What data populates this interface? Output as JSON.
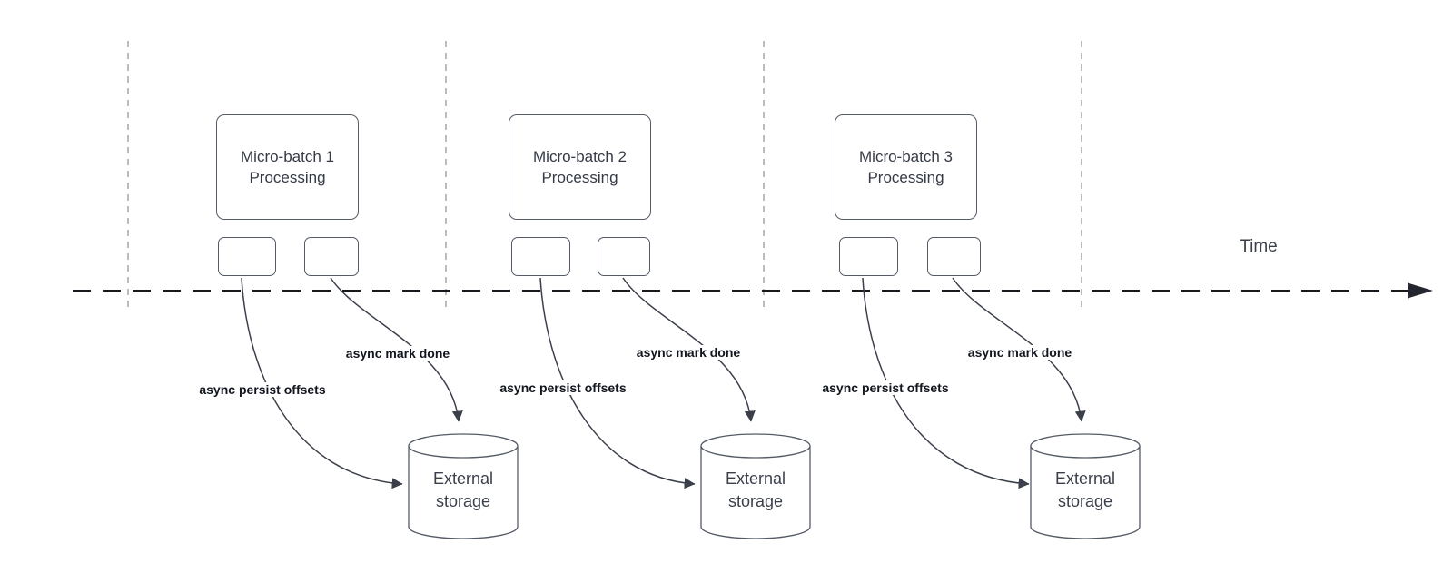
{
  "diagram": {
    "time_axis": {
      "label": "Time"
    },
    "columns": [
      {
        "process_label": "Micro-batch 1\nProcessing",
        "persist_label": "async persist offsets",
        "mark_done_label": "async mark done",
        "storage_label": "External\nstorage"
      },
      {
        "process_label": "Micro-batch 2\nProcessing",
        "persist_label": "async persist offsets",
        "mark_done_label": "async mark done",
        "storage_label": "External\nstorage"
      },
      {
        "process_label": "Micro-batch 3\nProcessing",
        "persist_label": "async persist offsets",
        "mark_done_label": "async mark done",
        "storage_label": "External\nstorage"
      }
    ],
    "colors": {
      "shape_stroke": "#545b66",
      "edge_stroke": "#3a3f4a",
      "gridline_stroke": "#a6a6a6",
      "axis_stroke": "#16181d",
      "shape_text": "#343a46",
      "edge_label_text": "#12161f"
    }
  }
}
